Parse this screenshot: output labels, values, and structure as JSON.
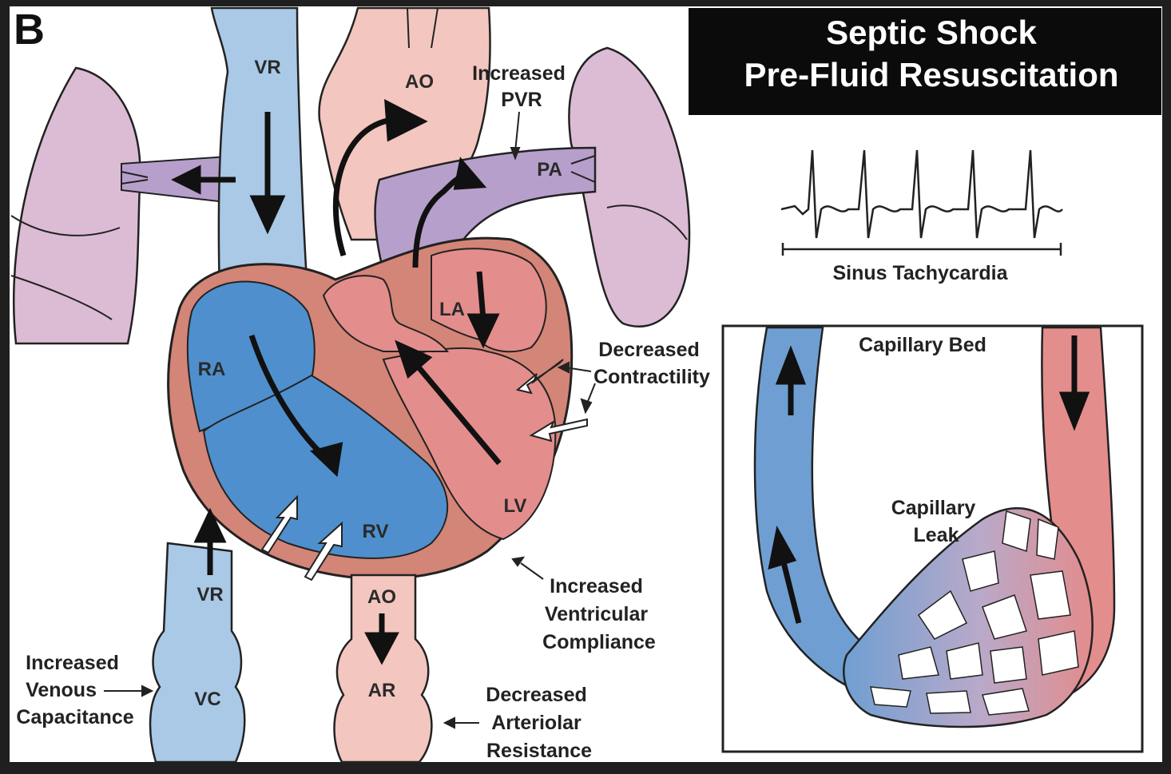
{
  "panel_letter": "B",
  "title": {
    "line1": "Septic Shock",
    "line2": "Pre-Fluid Resuscitation"
  },
  "ecg": {
    "label": "Sinus Tachycardia"
  },
  "chambers": {
    "ra": "RA",
    "rv": "RV",
    "la": "LA",
    "lv": "LV"
  },
  "vessels": {
    "vr_top": "VR",
    "vr_bottom": "VR",
    "ao_top": "AO",
    "ao_bottom": "AO",
    "pa": "PA",
    "vc": "VC",
    "ar": "AR"
  },
  "annotations": {
    "increased_pvr": [
      "Increased",
      "PVR"
    ],
    "decreased_contractility": [
      "Decreased",
      "Contractility"
    ],
    "increased_ventricular_compliance": [
      "Increased",
      "Ventricular",
      "Compliance"
    ],
    "increased_venous_capacitance": [
      "Increased",
      "Venous",
      "Capacitance"
    ],
    "decreased_arteriolar_resistance": [
      "Decreased",
      "Arteriolar",
      "Resistance"
    ]
  },
  "capillary": {
    "title": "Capillary Bed",
    "leak": [
      "Capillary",
      "Leak"
    ]
  },
  "colors": {
    "frame": "#1f1f1f",
    "venous": "#a9c9e6",
    "venous_dark": "#4f8fcd",
    "arterial": "#f3c6bf",
    "arterial_dark": "#e48d8d",
    "lung": "#d8b5cf",
    "pulmonary": "#b79fcb",
    "myocardium": "#d38577"
  }
}
